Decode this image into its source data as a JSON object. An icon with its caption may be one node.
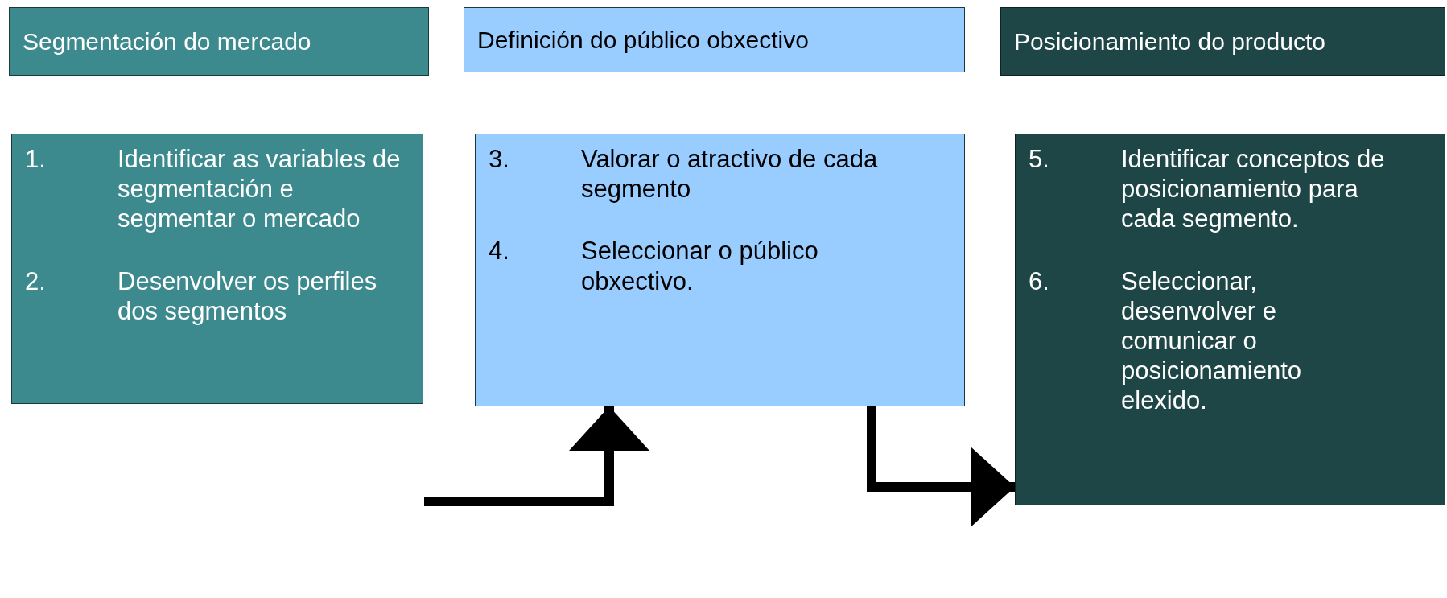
{
  "diagram": {
    "nodes": [
      {
        "text": [
          "Segmentación do mercado"
        ]
      },
      {
        "text": [
          "Definición do público obxectivo"
        ]
      },
      {
        "text": [
          "Posicionamiento do producto"
        ]
      },
      {
        "text": [
          "1.",
          "Identificar as variables de segmentación e segmentar o mercado",
          "2.",
          "Desenvolver os perfiles dos segmentos"
        ]
      },
      {
        "text": [
          "3.",
          "Valorar o atractivo de cada segmento",
          "4.",
          "Seleccionar o público obxectivo."
        ]
      },
      {
        "text": [
          "5.",
          "Identificar conceptos de posicionamiento para cada segmento.",
          "6.",
          "Seleccionar, desenvolver e comunicar o posicionamiento elexido."
        ]
      }
    ],
    "edges": [
      {
        "from": null,
        "to": 4,
        "arrow": "to"
      },
      {
        "from": 4,
        "to": 5,
        "arrow": "to"
      }
    ]
  }
}
